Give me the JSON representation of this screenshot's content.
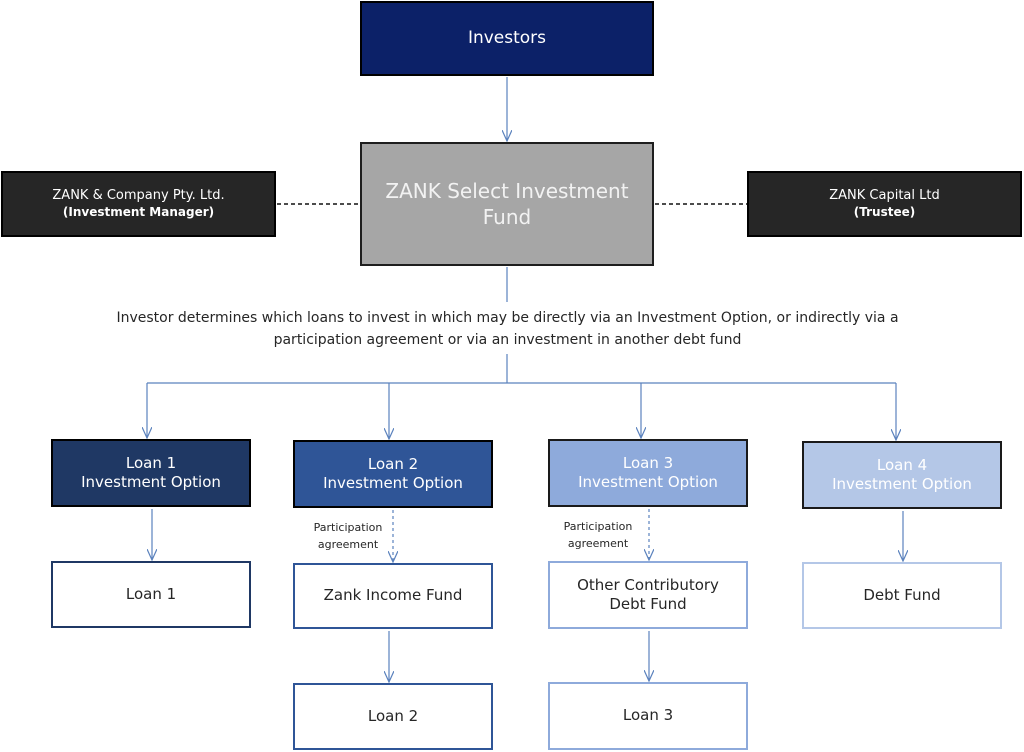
{
  "investors": {
    "label": "Investors"
  },
  "fund": {
    "label": "ZANK Select Investment Fund"
  },
  "manager": {
    "name": "ZANK & Company Pty. Ltd.",
    "role": "(Investment Manager)"
  },
  "trustee": {
    "name": "ZANK Capital Ltd",
    "role": "(Trustee)"
  },
  "description": "Investor determines which loans to invest in which may be directly via an Investment Option, or indirectly via a participation agreement or via an investment in another debt fund",
  "options": [
    {
      "line1": "Loan 1",
      "line2": "Investment Option",
      "color": "#1f3864"
    },
    {
      "line1": "Loan 2",
      "line2": "Investment Option",
      "color": "#2f5597"
    },
    {
      "line1": "Loan 3",
      "line2": "Investment Option",
      "color": "#8eaadb"
    },
    {
      "line1": "Loan 4",
      "line2": "Investment Option",
      "color": "#b4c7e7"
    }
  ],
  "leaves": [
    {
      "line1": "Loan 1",
      "line2": ""
    },
    {
      "line1": "Zank Income Fund",
      "line2": ""
    },
    {
      "line1": "Other Contributory",
      "line2": "Debt Fund"
    },
    {
      "line1": "Debt Fund",
      "line2": ""
    }
  ],
  "sub_leaves": [
    {
      "label": "Loan 2"
    },
    {
      "label": "Loan 3"
    }
  ],
  "participation_notes": [
    {
      "line1": "Participation",
      "line2": "agreement"
    },
    {
      "line1": "Participation",
      "line2": "agreement"
    }
  ],
  "colors": {
    "navy": "#0c2168",
    "fund_gray": "#a6a6a6",
    "side_dark": "#262626",
    "arrow": "#5b82bd"
  }
}
